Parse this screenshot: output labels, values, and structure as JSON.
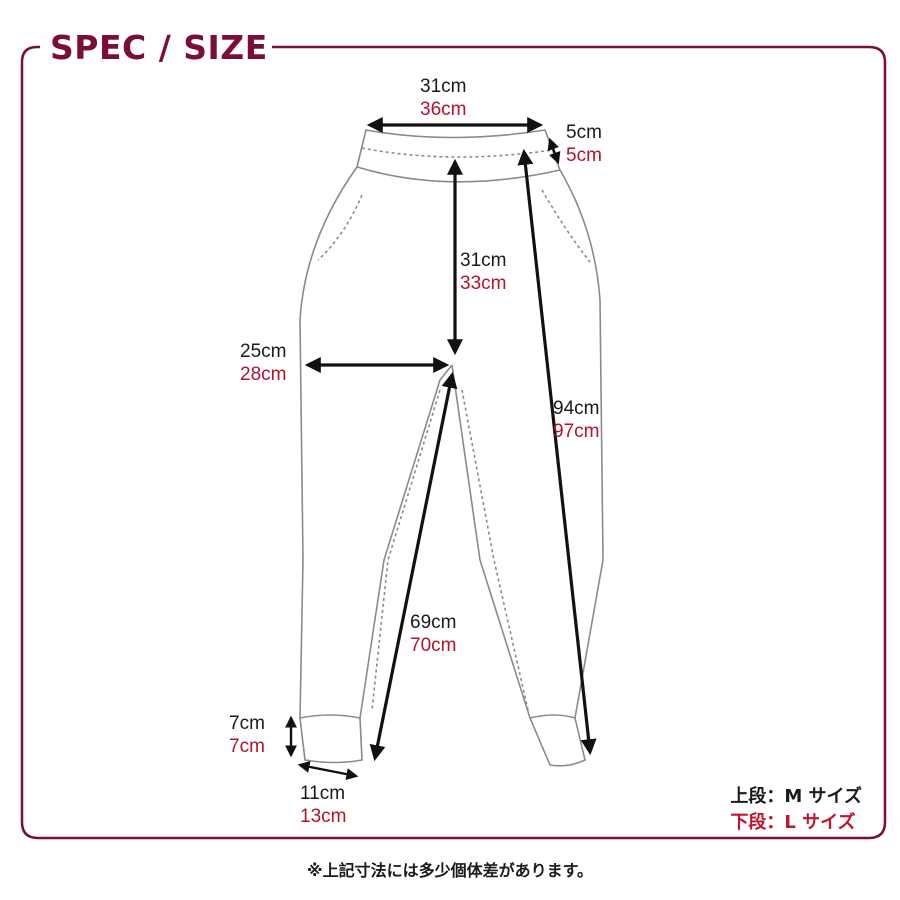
{
  "title": "SPEC / SIZE",
  "colors": {
    "frame": "#7a0d3c",
    "size_m": "#1a1a1a",
    "size_l": "#b3132b"
  },
  "measurements": {
    "waist_width": {
      "m": "31cm",
      "l": "36cm"
    },
    "waistband": {
      "m": "5cm",
      "l": "5cm"
    },
    "rise": {
      "m": "31cm",
      "l": "33cm"
    },
    "thigh": {
      "m": "25cm",
      "l": "28cm"
    },
    "outseam": {
      "m": "94cm",
      "l": "97cm"
    },
    "inseam": {
      "m": "69cm",
      "l": "70cm"
    },
    "cuff_height": {
      "m": "7cm",
      "l": "7cm"
    },
    "cuff_width": {
      "m": "11cm",
      "l": "13cm"
    }
  },
  "legend": {
    "m": "上段：M サイズ",
    "l": "下段：L サイズ"
  },
  "footnote": "※上記寸法には多少個体差があります。"
}
